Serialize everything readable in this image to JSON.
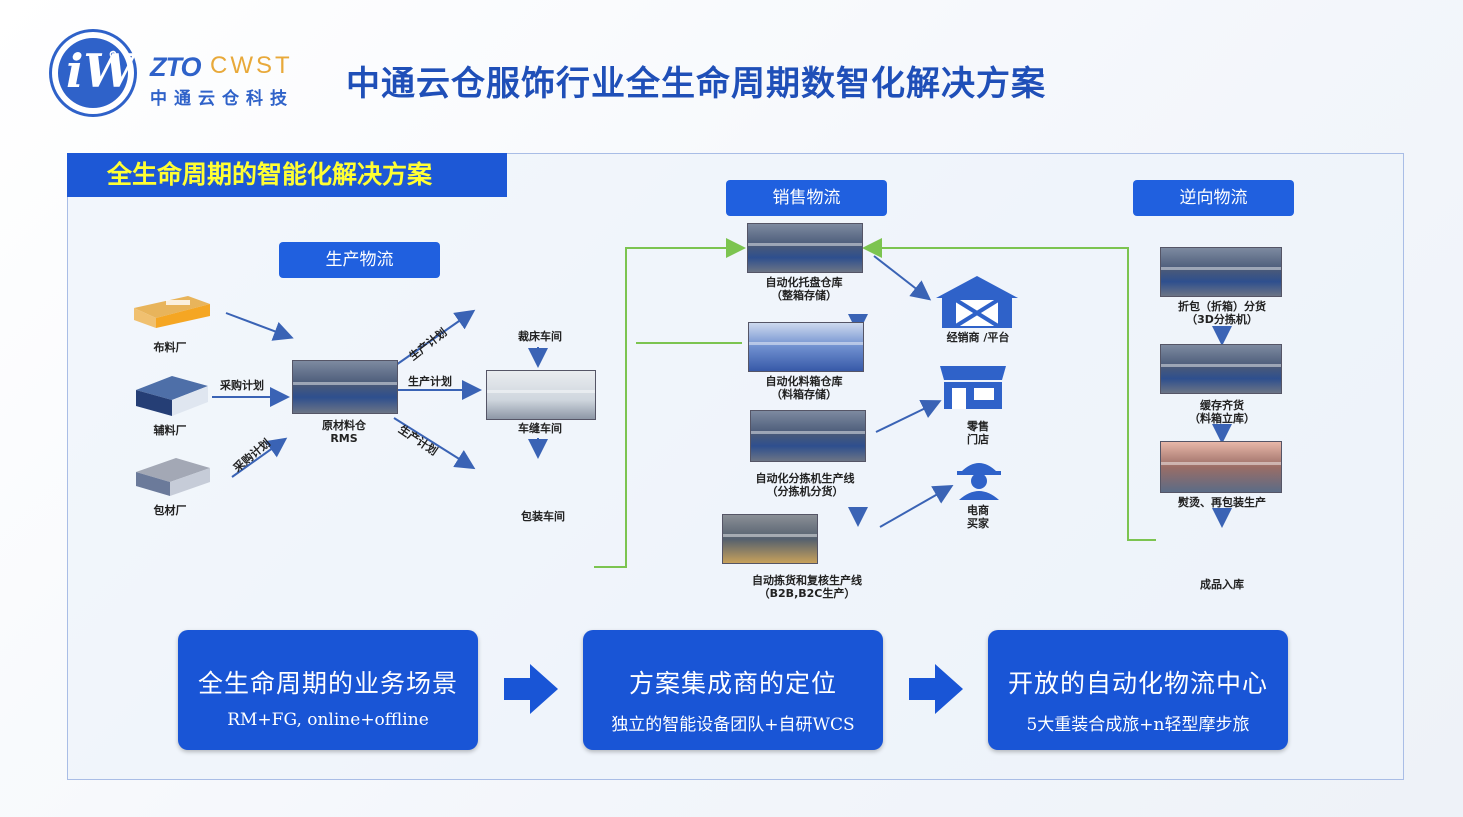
{
  "header": {
    "logo_mark": "iW",
    "logo_ring_text": "CWST",
    "brand_zto": "ZTO",
    "brand_cwst": "CWST",
    "brand_cn": "中通云仓科技",
    "title": "中通云仓服饰行业全生命周期数智化解决方案"
  },
  "section": {
    "title": "全生命周期的智能化解决方案"
  },
  "production": {
    "heading": "生产物流",
    "sources": [
      "布料厂",
      "辅料厂",
      "包材厂"
    ],
    "arrow_labels": [
      "采购计划",
      "采购计划",
      "生产计划",
      "生产计划",
      "生产计划"
    ],
    "warehouse": [
      "原材料仓",
      "RMS"
    ],
    "workshops": [
      "裁床车间",
      "车缝车间",
      "包装车间"
    ]
  },
  "sales": {
    "heading": "销售物流",
    "stations": [
      {
        "line1": "自动化托盘仓库",
        "line2": "（整箱存储）"
      },
      {
        "line1": "自动化料箱仓库",
        "line2": "（料箱存储）"
      },
      {
        "line1": "自动化分拣机生产线",
        "line2": "（分拣机分货）"
      },
      {
        "line1": "自动拣货和复核生产线",
        "line2": "（B2B,B2C生产）"
      }
    ],
    "destinations": [
      {
        "line1": "经销商 /平台",
        "line2": ""
      },
      {
        "line1": "零售",
        "line2": "门店"
      },
      {
        "line1": "电商",
        "line2": "买家"
      }
    ]
  },
  "reverse": {
    "heading": "逆向物流",
    "stations": [
      {
        "line1": "折包（折箱）分货",
        "line2": "（3D分拣机）"
      },
      {
        "line1": "缓存齐货",
        "line2": "（料箱立库）"
      },
      {
        "line1": "熨烫、再包装生产",
        "line2": ""
      }
    ],
    "end": "成品入库"
  },
  "bottom_boxes": [
    {
      "title": "全生命周期的业务场景",
      "subtitle": "RM+FG, online+offline"
    },
    {
      "title": "方案集成商的定位",
      "subtitle": "独立的智能设备团队+自研WCS"
    },
    {
      "title": "开放的自动化物流中心",
      "subtitle": "5大重装合成旅+n轻型摩步旅"
    }
  ],
  "colors": {
    "brand_blue": "#2f62c9",
    "accent_orange": "#e8a93a",
    "title_blue": "#1f4fb8",
    "section_bg": "#1d58d6",
    "section_text": "#ffff33",
    "pill_blue": "#2060df",
    "box_blue": "#1955d6",
    "connector_green": "#7cc450",
    "arrow_blue": "#3a63b5"
  },
  "icons": [
    "factory-icon",
    "barn-store-icon",
    "shop-icon",
    "buyer-icon",
    "chevron-right-icon"
  ]
}
